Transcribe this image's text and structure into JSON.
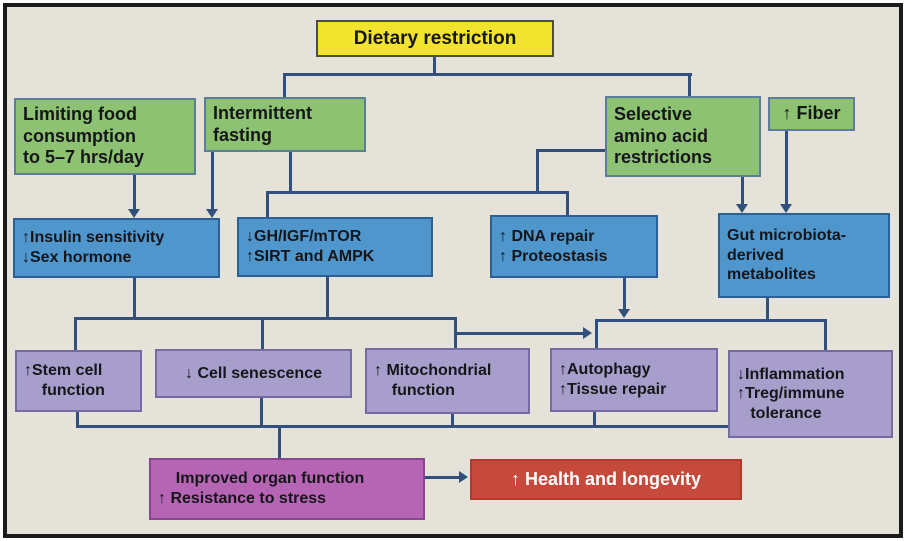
{
  "figure": {
    "background_color": "#e4e2d9",
    "frame_color": "#1a1a1a",
    "connector_color": "#31507b",
    "nodes": {
      "dietary": {
        "label": "Dietary restriction",
        "fill": "#f1e32e"
      },
      "limiting": {
        "label": "Limiting food\nconsumption\nto 5–7 hrs/day",
        "fill": "#8dc272"
      },
      "fasting": {
        "label": "Intermittent\nfasting",
        "fill": "#8dc272"
      },
      "selective": {
        "label": "Selective\namino acid\nrestrictions",
        "fill": "#8dc272"
      },
      "fiber": {
        "label": "↑ Fiber",
        "fill": "#8dc272"
      },
      "insulin": {
        "label": "↑Insulin sensitivity\n↓Sex hormone",
        "fill": "#4e96cc"
      },
      "gh_igf": {
        "label": "↓GH/IGF/mTOR\n↑SIRT and AMPK",
        "fill": "#4e96cc"
      },
      "dna_repair": {
        "label": "↑ DNA repair\n↑ Proteostasis",
        "fill": "#4e96cc"
      },
      "gut": {
        "label": "Gut microbiota-\nderived\nmetabolites",
        "fill": "#4e96cc"
      },
      "stem": {
        "label": "↑Stem cell\n    function",
        "fill": "#a89ecb"
      },
      "senescence": {
        "label": "↓ Cell senescence",
        "fill": "#a89ecb"
      },
      "mitochondrial": {
        "label": "↑ Mitochondrial\n    function",
        "fill": "#a89ecb"
      },
      "autophagy": {
        "label": "↑Autophagy\n↑Tissue repair",
        "fill": "#a89ecb"
      },
      "inflammation": {
        "label": "↓Inflammation\n↑Treg/immune\n   tolerance",
        "fill": "#a89ecb"
      },
      "improved": {
        "label": "    Improved organ function\n↑ Resistance to stress",
        "fill": "#b565b4"
      },
      "health": {
        "label": "↑ Health and longevity",
        "fill": "#c64a3b"
      }
    }
  }
}
